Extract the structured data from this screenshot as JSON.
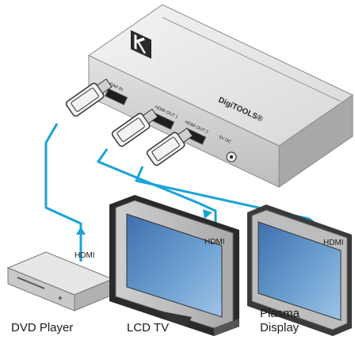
{
  "device": {
    "brand_text": "DigiTOOLS®",
    "ports": {
      "hdmi_in": "HDMI IN",
      "hdmi_out1": "HDMI OUT 1",
      "hdmi_out2": "HDMI OUT 2",
      "power": "5V DC"
    }
  },
  "cables": {
    "dvd": "HDMI",
    "lcd": "HDMI",
    "plasma": "HDMI"
  },
  "devices": {
    "dvd_player": "DVD Player",
    "lcd_tv": "LCD TV",
    "plasma_line1": "Plasma",
    "plasma_line2": "Display"
  },
  "colors": {
    "cable": "#1aa3d6",
    "screen": "#5a8fc4",
    "body_gray": "#d4d4d4"
  }
}
